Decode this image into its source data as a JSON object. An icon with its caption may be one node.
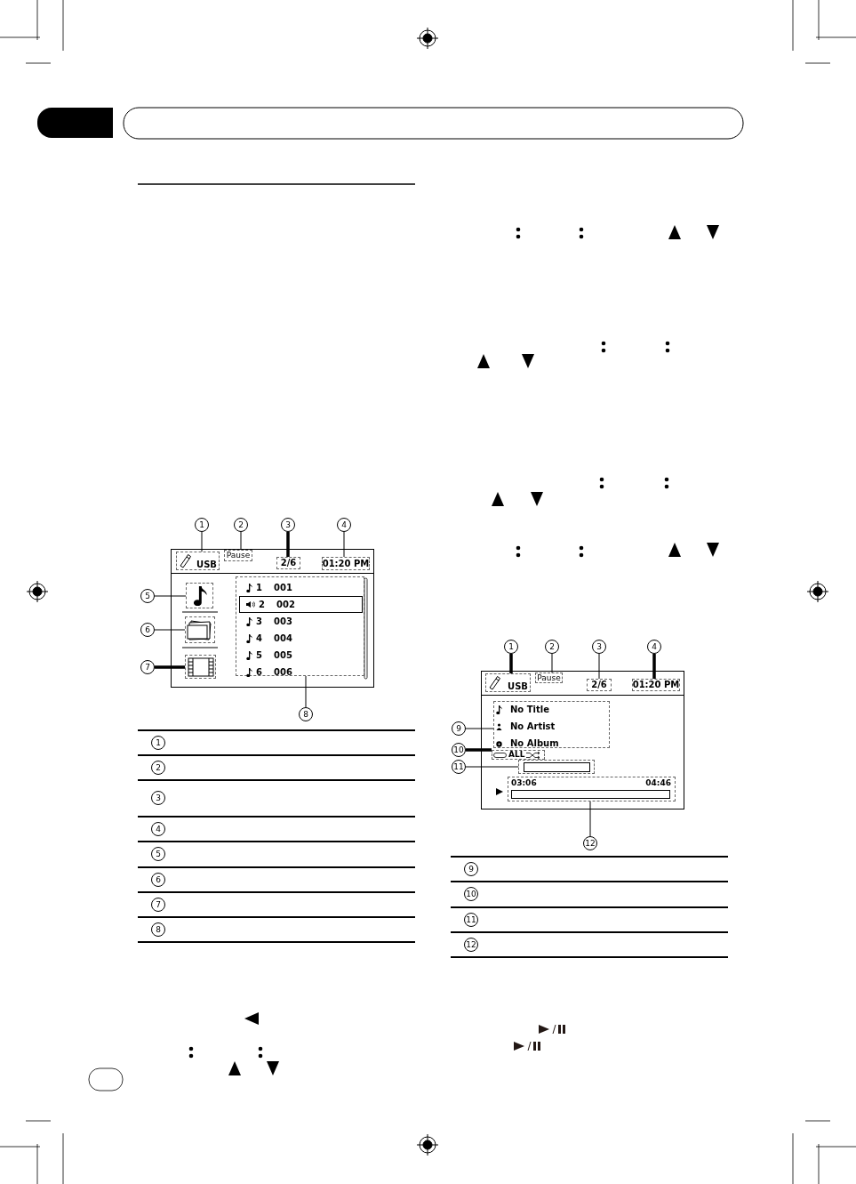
{
  "diagram": {
    "nodes": [
      {
        "text": [
          "1"
        ]
      },
      {
        "text": [
          "2"
        ]
      },
      {
        "text": [
          "3"
        ]
      },
      {
        "text": [
          "4"
        ]
      },
      {
        "text": [],
        "shape": "box"
      },
      {
        "text": [
          "USB"
        ],
        "in": 4
      },
      {
        "text": [
          "Pause"
        ],
        "in": 4
      },
      {
        "text": [
          "2/6"
        ],
        "in": 4
      },
      {
        "text": [
          "01:20 PM"
        ],
        "in": 4
      },
      {
        "text": [
          "5"
        ]
      },
      {
        "text": [],
        "shape": "box",
        "in": 4
      },
      {
        "text": [
          "6"
        ]
      },
      {
        "text": [],
        "shape": "box",
        "in": 4
      },
      {
        "text": [
          "7"
        ]
      },
      {
        "text": [],
        "shape": "box",
        "in": 4
      },
      {
        "text": [
          "1",
          "001",
          "2",
          "002",
          "3",
          "003",
          "4",
          "004",
          "5",
          "005",
          "6",
          "006"
        ],
        "in": 4
      },
      {
        "text": [
          "8"
        ]
      },
      {
        "text": [
          "1"
        ]
      },
      {
        "text": [
          "2"
        ]
      },
      {
        "text": [
          "3"
        ]
      },
      {
        "text": [
          "4"
        ]
      },
      {
        "text": [],
        "shape": "box"
      },
      {
        "text": [
          "USB"
        ],
        "in": 21
      },
      {
        "text": [
          "Pause"
        ],
        "in": 21
      },
      {
        "text": [
          "2/6"
        ],
        "in": 21
      },
      {
        "text": [
          "01:20 PM"
        ],
        "in": 21
      },
      {
        "text": [
          "9"
        ]
      },
      {
        "text": [
          "No Title",
          "No Artist",
          "No Album"
        ],
        "in": 21
      },
      {
        "text": [
          "10"
        ]
      },
      {
        "text": [
          "ALL"
        ],
        "in": 21
      },
      {
        "text": [
          "11"
        ]
      },
      {
        "text": [],
        "shape": "box",
        "in": 21
      },
      {
        "text": [
          "03:06",
          "04:46"
        ],
        "in": 21
      },
      {
        "text": [
          "12"
        ]
      }
    ],
    "edges": [
      {
        "from": 0,
        "to": 5,
        "arrow": "none"
      },
      {
        "from": 1,
        "to": 6,
        "arrow": "none"
      },
      {
        "from": 2,
        "to": 7,
        "arrow": "none",
        "style": "thick"
      },
      {
        "from": 3,
        "to": 8,
        "arrow": "none"
      },
      {
        "from": 9,
        "to": 10,
        "arrow": "none"
      },
      {
        "from": 11,
        "to": 12,
        "arrow": "none"
      },
      {
        "from": 13,
        "to": 14,
        "arrow": "none",
        "style": "thick"
      },
      {
        "from": 16,
        "to": 15,
        "arrow": "none"
      },
      {
        "from": 17,
        "to": 22,
        "arrow": "none",
        "style": "thick"
      },
      {
        "from": 18,
        "to": 23,
        "arrow": "none"
      },
      {
        "from": 19,
        "to": 24,
        "arrow": "none"
      },
      {
        "from": 20,
        "to": 25,
        "arrow": "none",
        "style": "thick"
      },
      {
        "from": 26,
        "to": 27,
        "arrow": "none"
      },
      {
        "from": 28,
        "to": 29,
        "arrow": "none",
        "style": "thick"
      },
      {
        "from": 30,
        "to": 31,
        "arrow": "none"
      },
      {
        "from": 33,
        "to": 32,
        "arrow": "none"
      }
    ],
    "labels": [
      "1",
      "2",
      "3",
      "4",
      "5",
      "6",
      "7",
      "8",
      "9",
      "10",
      "11",
      "12"
    ]
  }
}
